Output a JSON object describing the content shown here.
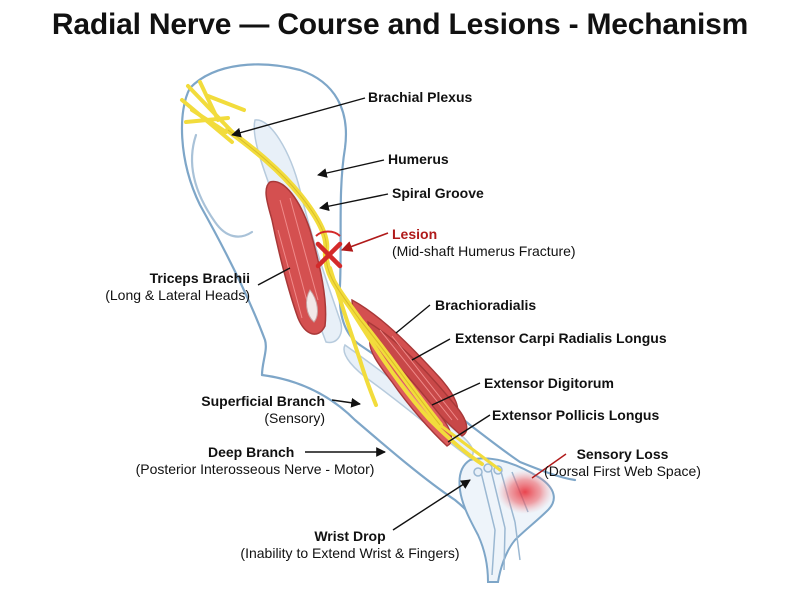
{
  "title": "Radial Nerve — Course and Lesions - Mechanism",
  "colors": {
    "nerve": "#f2dc3c",
    "muscle": "#d45050",
    "lesion": "#d42a2a",
    "skin_outline": "#7ea6c8",
    "bone": "#dde9f5",
    "label_text": "#111111"
  },
  "labels": {
    "brachial_plexus": "Brachial Plexus",
    "humerus": "Humerus",
    "spiral_groove": "Spiral Groove",
    "lesion": "Lesion",
    "lesion_note": "(Mid-shaft Humerus Fracture)",
    "triceps": "Triceps Brachii",
    "triceps_note": "(Long & Lateral Heads)",
    "brachioradialis": "Brachioradialis",
    "ecrl": "Extensor Carpi Radialis Longus",
    "extensor_digitorum": "Extensor Digitorum",
    "epl": "Extensor Pollicis Longus",
    "superficial_branch": "Superficial Branch",
    "superficial_note": "(Sensory)",
    "deep_branch": "Deep Branch",
    "deep_note": "(Posterior Interosseous Nerve - Motor)",
    "sensory_loss": "Sensory Loss",
    "sensory_note": "(Dorsal First Web Space)",
    "wrist_drop": "Wrist Drop",
    "wrist_drop_note": "(Inability to Extend Wrist & Fingers)"
  },
  "icons": {
    "lesion_marker": "x-cross-icon"
  }
}
